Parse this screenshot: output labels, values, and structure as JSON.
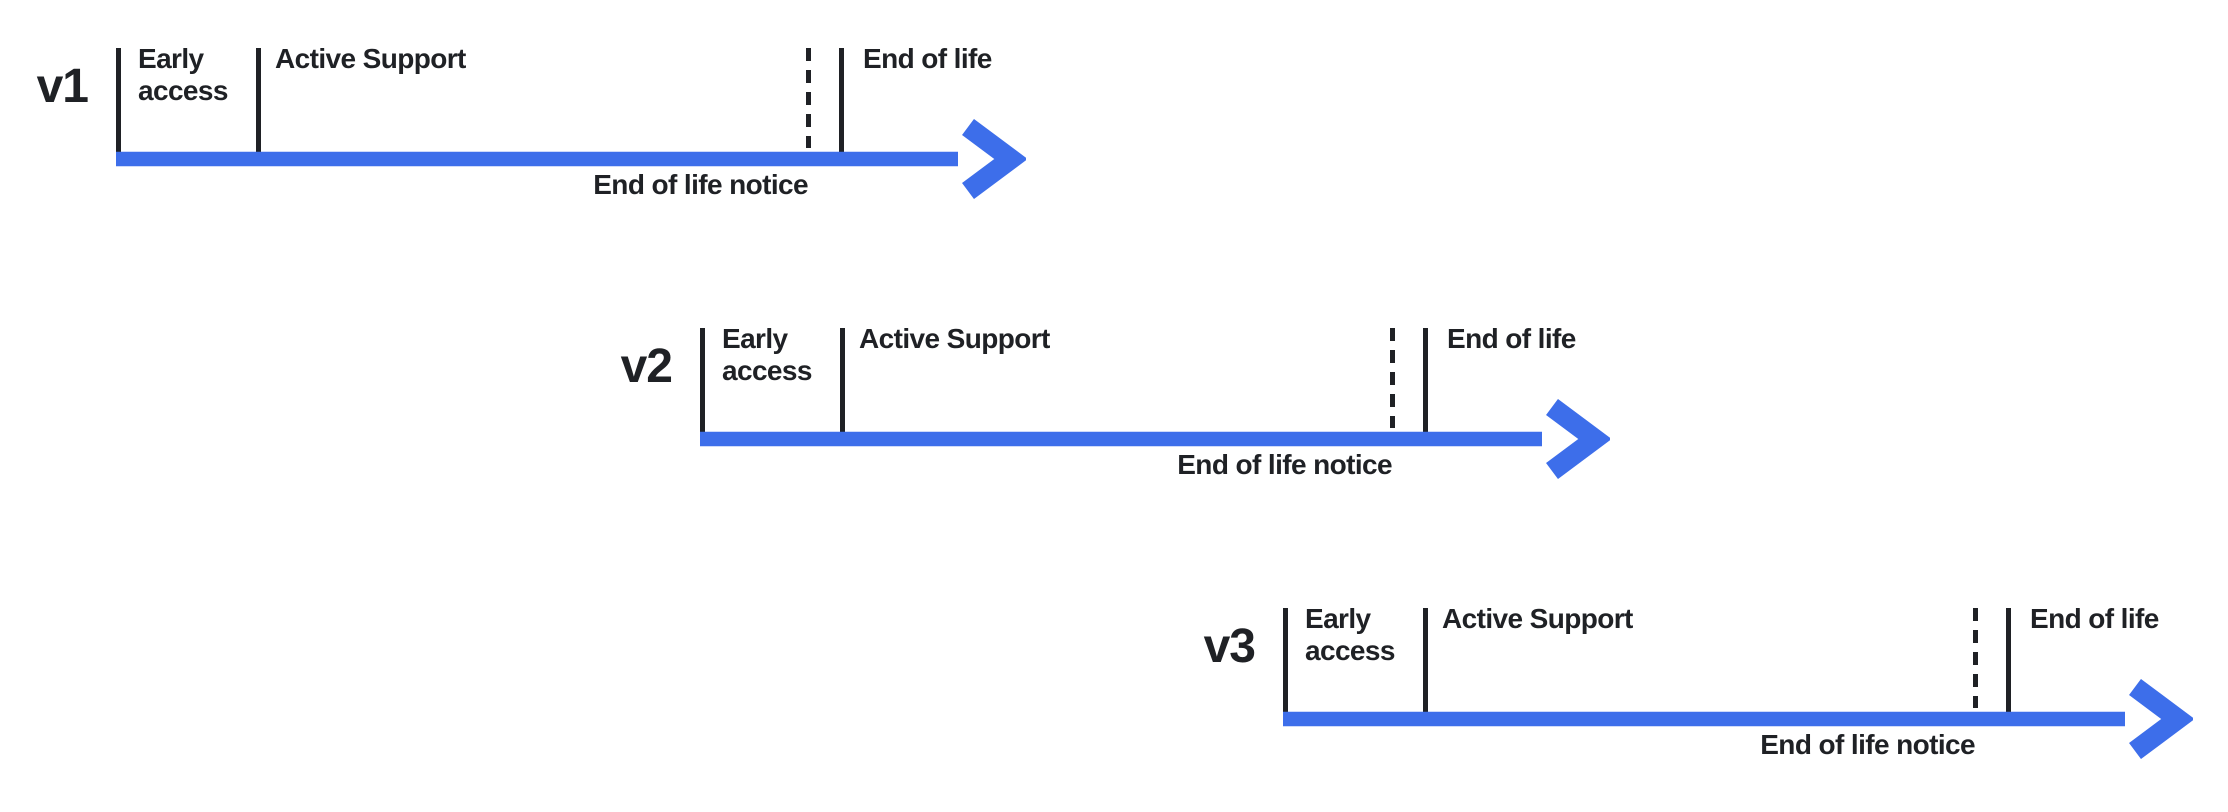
{
  "page": {
    "background": "#ffffff"
  },
  "styles": {
    "arrow_color": "#3D6EEA",
    "line_color": "#1F2125",
    "text_color": "#1F2125"
  },
  "timelines": [
    {
      "version_label": "v1",
      "phases": {
        "early_access": "Early access",
        "active_support": "Active Support",
        "end_of_life": "End of life"
      },
      "annotation": "End of life notice"
    },
    {
      "version_label": "v2",
      "phases": {
        "early_access": "Early access",
        "active_support": "Active Support",
        "end_of_life": "End of life"
      },
      "annotation": "End of life notice"
    },
    {
      "version_label": "v3",
      "phases": {
        "early_access": "Early access",
        "active_support": "Active Support",
        "end_of_life": "End of life"
      },
      "annotation": "End of life notice"
    }
  ]
}
